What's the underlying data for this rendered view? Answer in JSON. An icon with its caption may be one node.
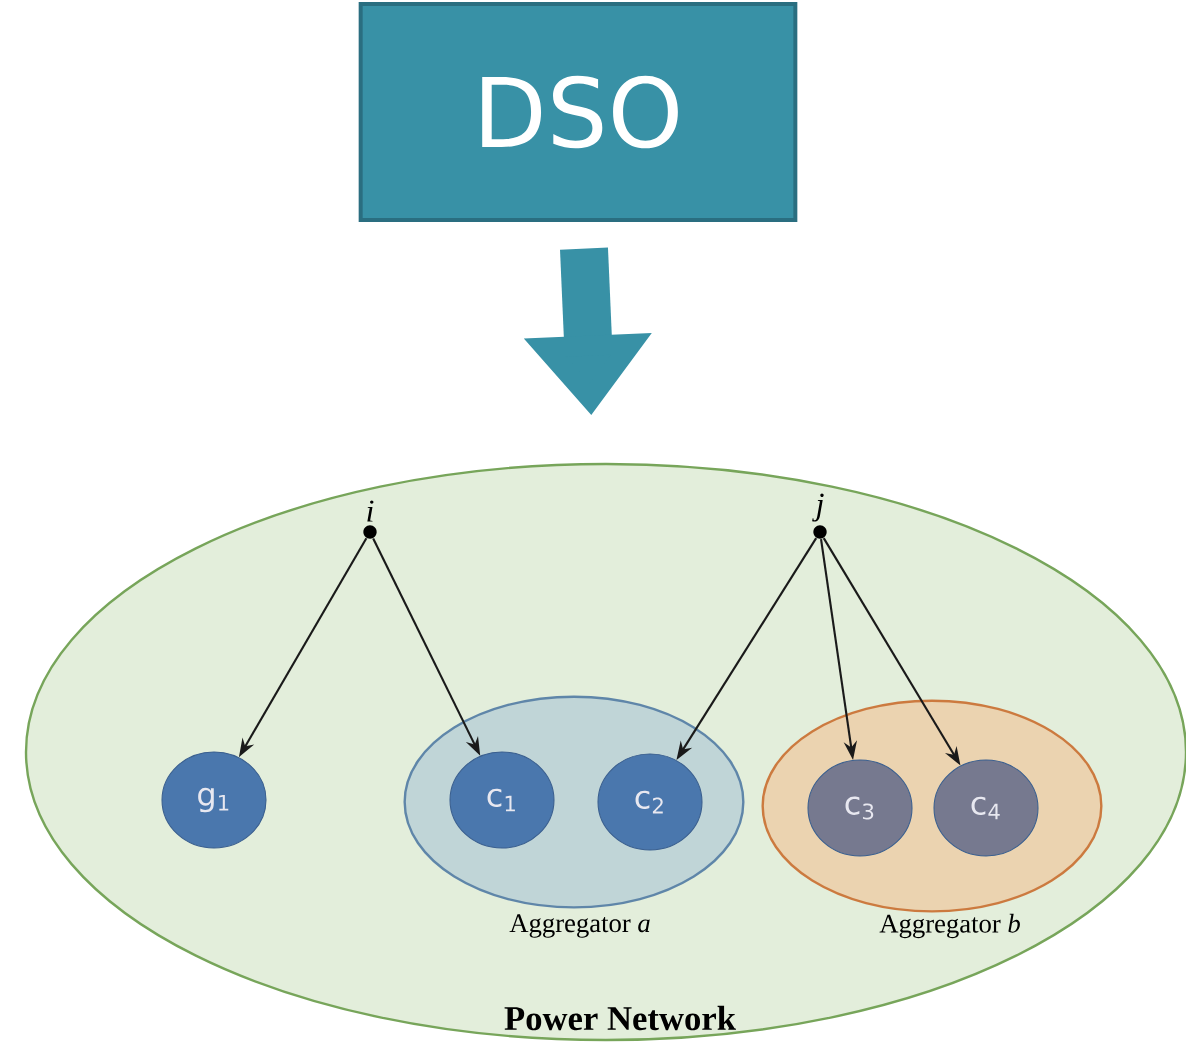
{
  "diagram": {
    "nodes": [
      {
        "text": [
          "DSO"
        ]
      },
      {
        "text": [
          "Power Network"
        ]
      },
      {
        "text": [
          "i"
        ],
        "in": 1
      },
      {
        "text": [
          "j"
        ],
        "in": 1
      },
      {
        "text": [
          "g$_{1}$"
        ],
        "in": 1
      },
      {
        "text": [
          "Aggregator *a*"
        ],
        "in": 1
      },
      {
        "text": [
          "c$_{1}$"
        ],
        "in": 5
      },
      {
        "text": [
          "c$_{2}$"
        ],
        "in": 5
      },
      {
        "text": [
          "Aggregator *b*"
        ],
        "in": 1
      },
      {
        "text": [
          "c$_{3}$"
        ],
        "in": 8
      },
      {
        "text": [
          "c$_{4}$"
        ],
        "in": 8
      }
    ],
    "edges": [
      {
        "from": 0,
        "to": 1,
        "arrow": "to",
        "style": "thick",
        "color": "#3891a6"
      },
      {
        "from": 2,
        "to": 4,
        "arrow": "to"
      },
      {
        "from": 2,
        "to": 6,
        "arrow": "to"
      },
      {
        "from": 3,
        "to": 7,
        "arrow": "to"
      },
      {
        "from": 3,
        "to": 9,
        "arrow": "to"
      },
      {
        "from": 3,
        "to": 10,
        "arrow": "to"
      }
    ]
  }
}
